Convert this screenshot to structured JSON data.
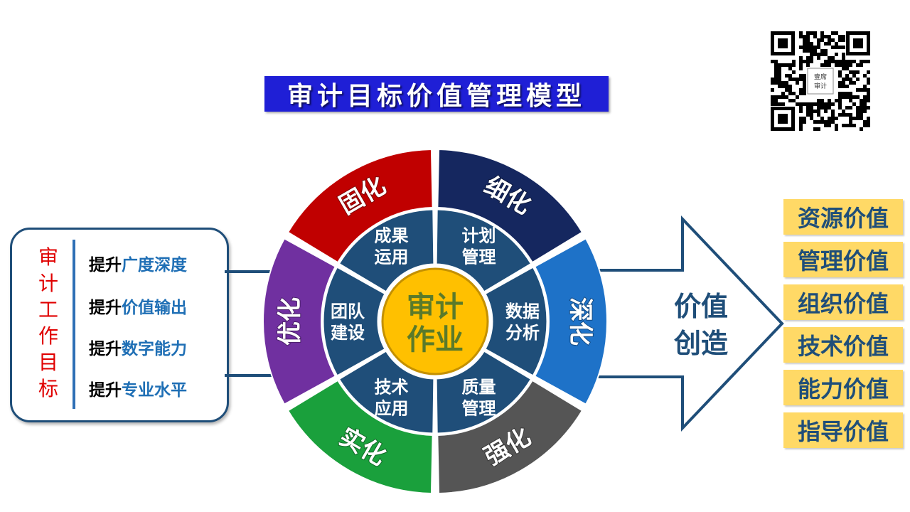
{
  "title": "审计目标价值管理模型",
  "qr": {
    "badge_line1": "壹席",
    "badge_line2": "审计"
  },
  "goals": {
    "heading_chars": [
      "审",
      "计",
      "工",
      "作",
      "目",
      "标"
    ],
    "items": [
      {
        "verb": "提升",
        "object": "广度深度"
      },
      {
        "verb": "提升",
        "object": "价值输出"
      },
      {
        "verb": "提升",
        "object": "数字能力"
      },
      {
        "verb": "提升",
        "object": "专业水平"
      }
    ]
  },
  "wheel": {
    "center_line1": "审计",
    "center_line2": "作业",
    "outer": [
      {
        "label": "固化",
        "color": "#c00000"
      },
      {
        "label": "细化",
        "color": "#15275f"
      },
      {
        "label": "深化",
        "color": "#1e72c8"
      },
      {
        "label": "强化",
        "color": "#555555"
      },
      {
        "label": "实化",
        "color": "#1aa03c"
      },
      {
        "label": "优化",
        "color": "#7030a0"
      }
    ],
    "inner": [
      {
        "line1": "成果",
        "line2": "运用"
      },
      {
        "line1": "计划",
        "line2": "管理"
      },
      {
        "line1": "数据",
        "line2": "分析"
      },
      {
        "line1": "质量",
        "line2": "管理"
      },
      {
        "line1": "技术",
        "line2": "应用"
      },
      {
        "line1": "团队",
        "line2": "建设"
      }
    ],
    "inner_color": "#1f4e79",
    "center_color": "#ffc000"
  },
  "arrow": {
    "line1": "价值",
    "line2": "创造"
  },
  "values": [
    "资源价值",
    "管理价值",
    "组织价值",
    "技术价值",
    "能力价值",
    "指导价值"
  ],
  "colors": {
    "primary": "#1f4e79",
    "title_bg": "#1f1fd6",
    "value_bg": "#ffd966",
    "goal_red": "#e00000"
  }
}
